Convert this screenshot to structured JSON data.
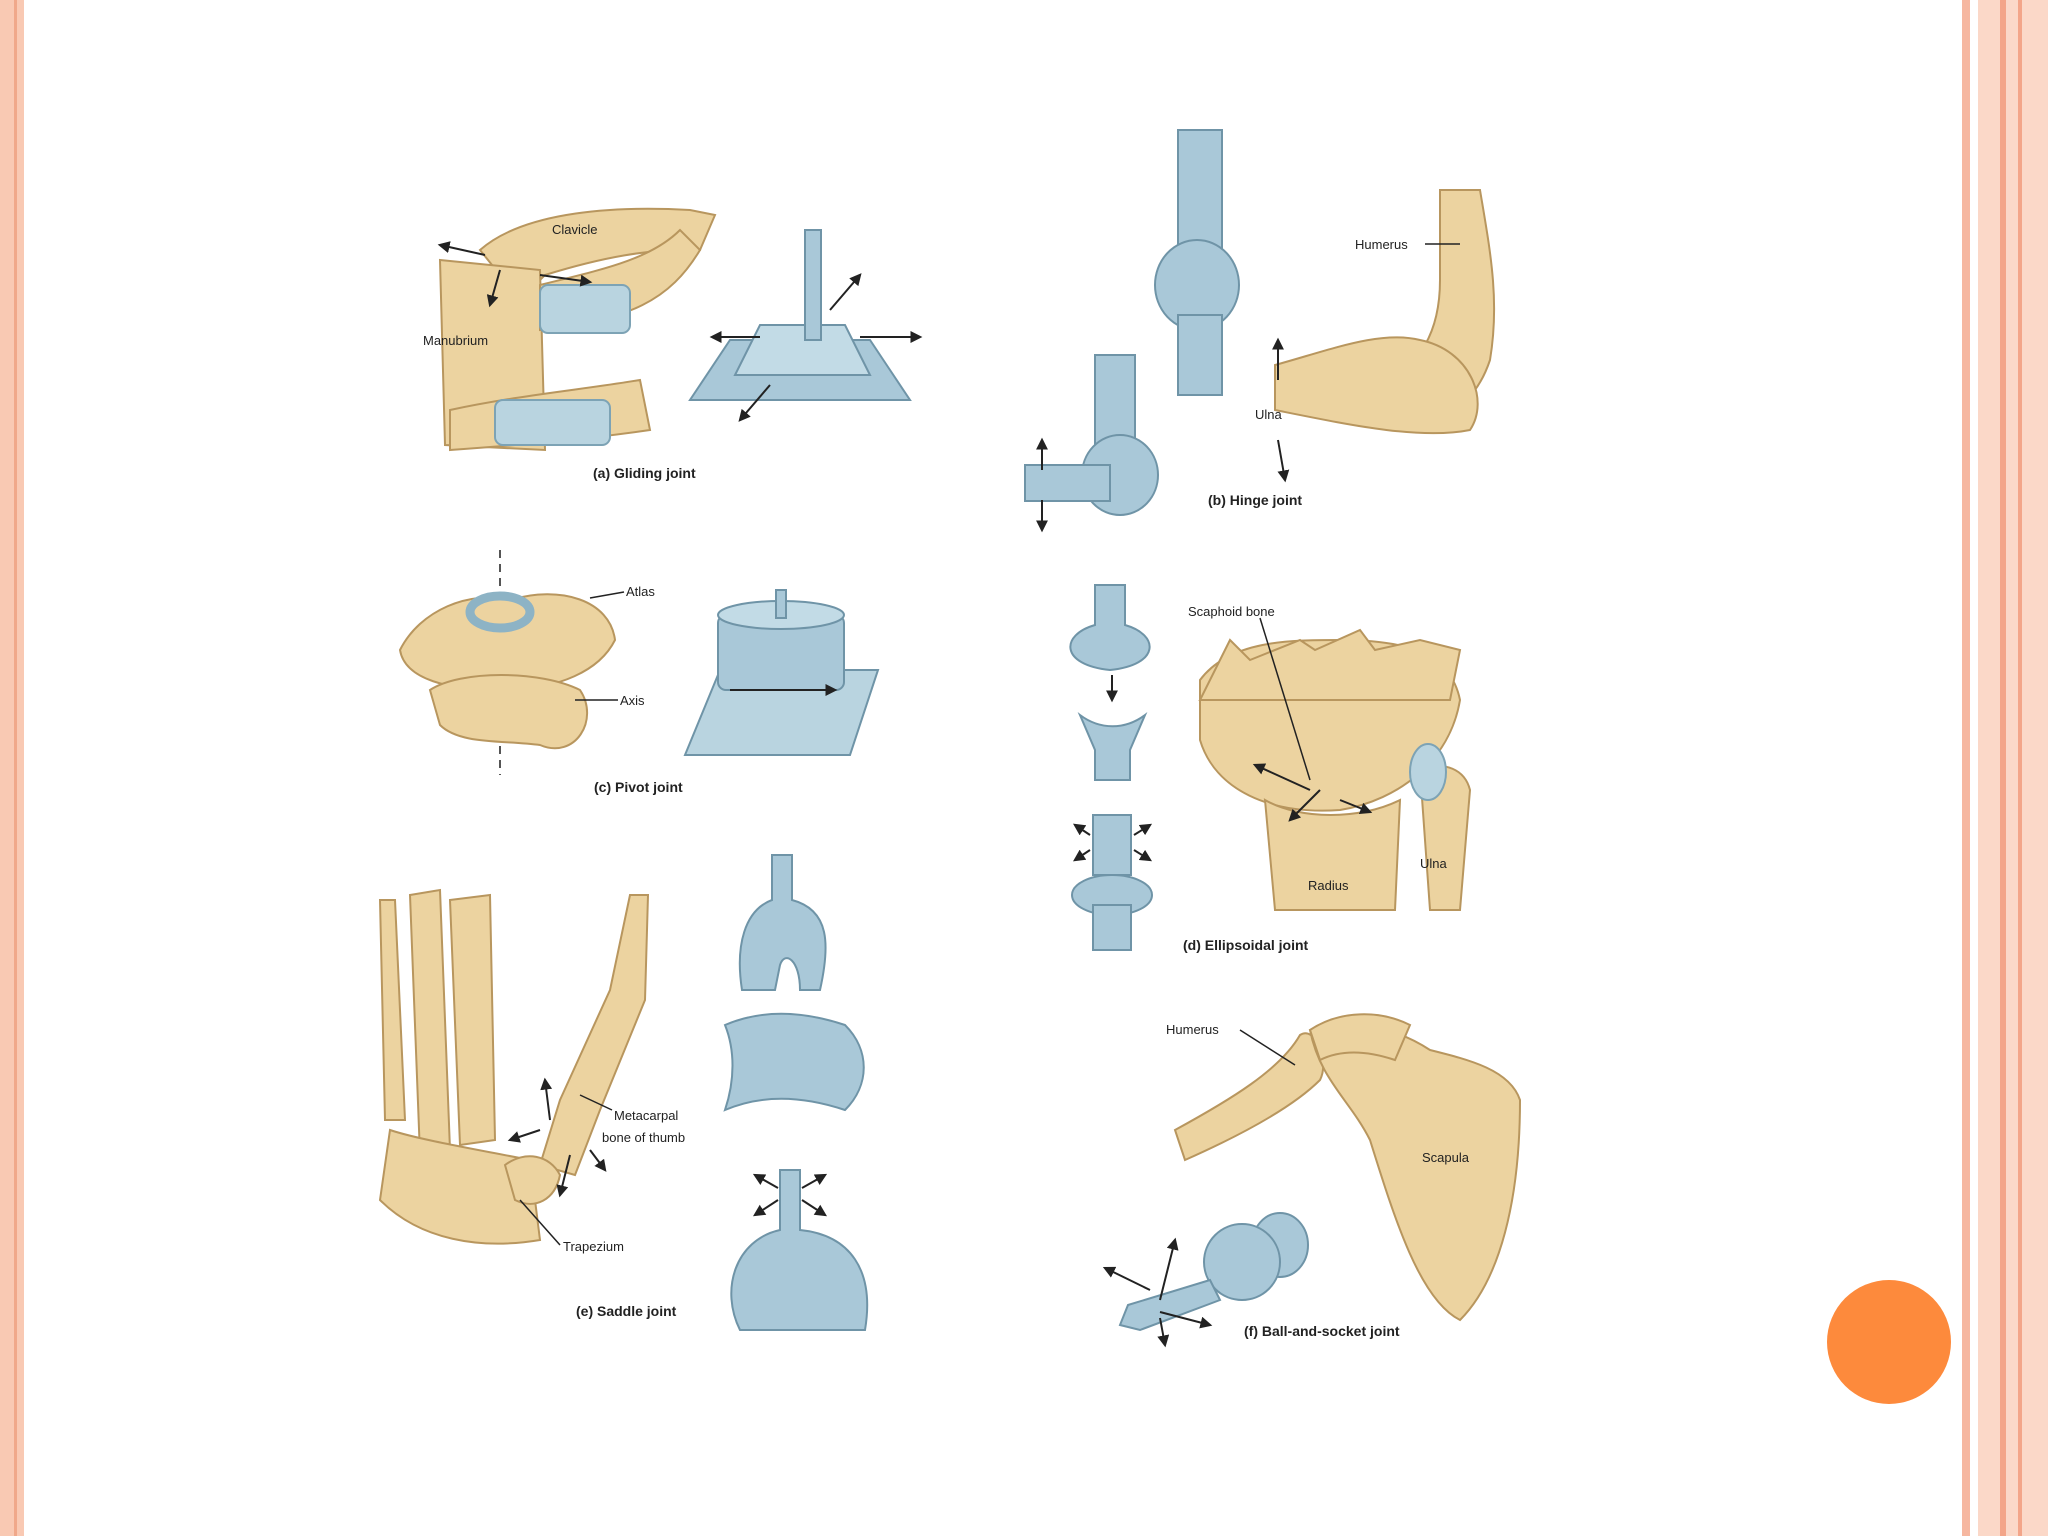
{
  "slide": {
    "colors": {
      "frame": "#f9c9b3",
      "accent_dot": "#fd8a3c",
      "bone": "#ecd3a0",
      "model": "#a9c8d8"
    }
  },
  "diagram": {
    "gliding": {
      "caption": "(a) Gliding joint",
      "labels": {
        "clavicle": "Clavicle",
        "manubrium": "Manubrium"
      }
    },
    "hinge": {
      "caption": "(b) Hinge joint",
      "labels": {
        "humerus": "Humerus",
        "ulna": "Ulna"
      }
    },
    "pivot": {
      "caption": "(c) Pivot joint",
      "labels": {
        "atlas": "Atlas",
        "axis": "Axis"
      }
    },
    "ellipsoidal": {
      "caption": "(d) Ellipsoidal joint",
      "labels": {
        "scaphoid": "Scaphoid bone",
        "radius": "Radius",
        "ulna": "Ulna"
      }
    },
    "saddle": {
      "caption": "(e) Saddle joint",
      "labels": {
        "metacarpal_1": "Metacarpal",
        "metacarpal_2": "bone of thumb",
        "trapezium": "Trapezium"
      }
    },
    "ball_socket": {
      "caption": "(f) Ball-and-socket joint",
      "labels": {
        "humerus": "Humerus",
        "scapula": "Scapula"
      }
    }
  }
}
